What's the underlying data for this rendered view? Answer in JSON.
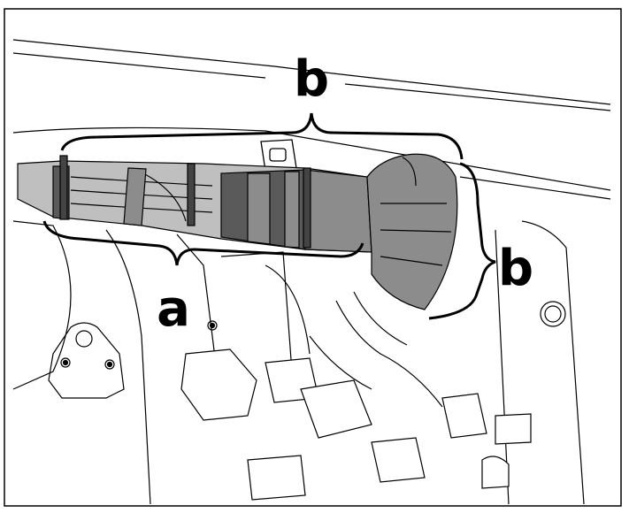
{
  "labels": {
    "top_b": "b",
    "right_b": "b",
    "bottom_a": "a"
  },
  "colors": {
    "line": "#000000",
    "tape_dark": "#5a5a5a",
    "tape_mid": "#8c8c8c",
    "wire_light": "#bfbfbf",
    "background": "#ffffff"
  }
}
